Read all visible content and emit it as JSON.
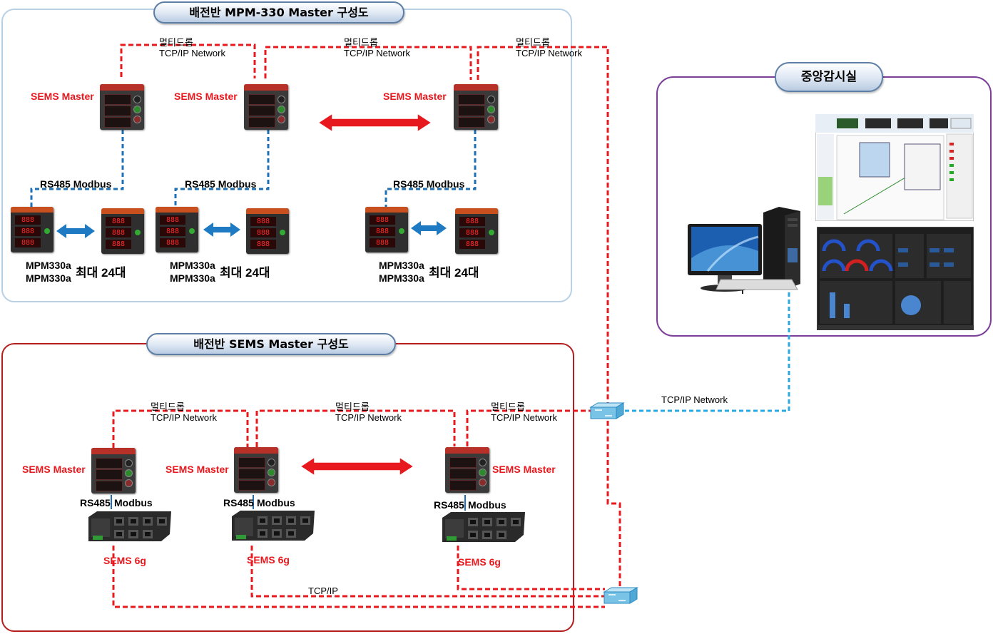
{
  "top_panel": {
    "title": "배전반 MPM-330 Master 구성도",
    "network_label_kr": "멀티드롭",
    "network_label_en": "TCP/IP Network",
    "master_label": "SEMS Master",
    "modbus_label": "RS485 Modbus",
    "mpm_label": "MPM330a",
    "max_label": "최대 24대"
  },
  "bottom_panel": {
    "title": "배전반 SEMS Master 구성도",
    "network_label_kr": "멀티드롭",
    "network_label_en": "TCP/IP Network",
    "master_label": "SEMS Master",
    "rs485_label": "RS485",
    "modbus_label": "Modbus",
    "sems_label": "SEMS 6g",
    "tcpip_label": "TCP/IP"
  },
  "central": {
    "title": "중앙감시실",
    "network_label": "TCP/IP Network"
  },
  "colors": {
    "tcp_line": "#e8191e",
    "rs485_line": "#1f6fb5",
    "network_line": "#2aa8e0",
    "top_panel_border": "#b7d0e6",
    "bottom_panel_border": "#b41e1e",
    "central_border": "#7b3f98"
  }
}
